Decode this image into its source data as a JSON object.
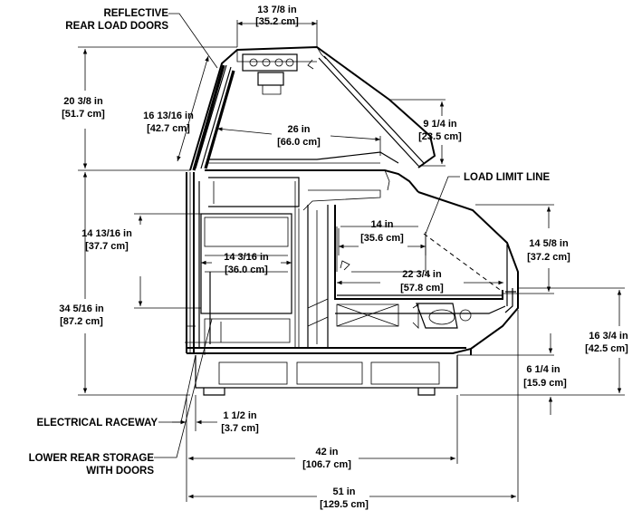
{
  "callouts": {
    "reflective_doors": [
      "REFLECTIVE",
      "REAR LOAD DOORS"
    ],
    "load_limit_line": "LOAD LIMIT LINE",
    "electrical_raceway": "ELECTRICAL RACEWAY",
    "lower_rear_storage": [
      "LOWER REAR STORAGE",
      "WITH DOORS"
    ]
  },
  "dimensions": {
    "top_width": [
      "13 7/8 in",
      "[35.2 cm]"
    ],
    "upper_height": [
      "20 3/8 in",
      "[51.7 cm]"
    ],
    "door_length": [
      "16 13/16 in",
      "[42.7 cm]"
    ],
    "shelf_depth": [
      "26 in",
      "[66.0 cm]"
    ],
    "upper_clearance": [
      "9 1/4 in",
      "[23.5 cm]"
    ],
    "storage_height": [
      "14 13/16 in",
      "[37.7 cm]"
    ],
    "storage_width": [
      "14 3/16 in",
      "[36.0 cm]"
    ],
    "display_shelf": [
      "14 in",
      "[35.6 cm]"
    ],
    "display_depth": [
      "22 3/4 in",
      "[57.8 cm]"
    ],
    "display_height": [
      "14 5/8 in",
      "[37.2 cm]"
    ],
    "base_height": [
      "34 5/16 in",
      "[87.2 cm]"
    ],
    "front_height": [
      "16 3/4 in",
      "[42.5 cm]"
    ],
    "kick_height": [
      "6 1/4 in",
      "[15.9 cm]"
    ],
    "raceway_offset": [
      "1 1/2 in",
      "[3.7 cm]"
    ],
    "base_width": [
      "42 in",
      "[106.7 cm]"
    ],
    "overall_width": [
      "51 in",
      "[129.5 cm]"
    ]
  }
}
